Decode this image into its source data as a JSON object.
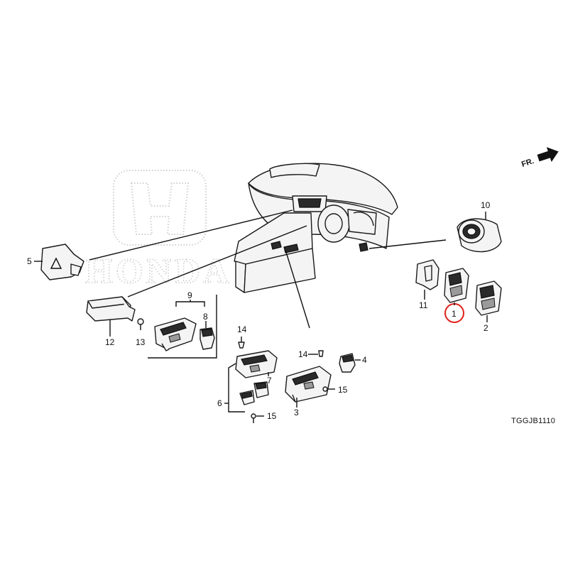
{
  "diagram": {
    "ref_code": "TGGJB1110",
    "direction_label": "FR.",
    "watermark": "HONDA",
    "highlight_color": "#e0201a",
    "highlighted_callout": "1",
    "callouts": {
      "c1": "1",
      "c2": "2",
      "c3": "3",
      "c4": "4",
      "c5": "5",
      "c6": "6",
      "c7": "7",
      "c8": "8",
      "c9": "9",
      "c10": "10",
      "c11": "11",
      "c12": "12",
      "c13": "13",
      "c14a": "14",
      "c14b": "14",
      "c15a": "15",
      "c15b": "15",
      "c15c": "15"
    }
  }
}
